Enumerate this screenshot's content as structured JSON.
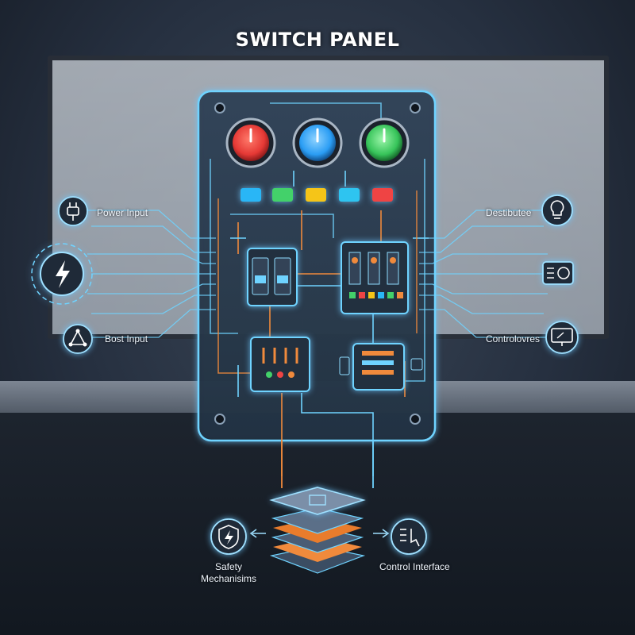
{
  "title": "SWITCH PANEL",
  "labels": {
    "power_input": "Power Input",
    "bost_input": "Bost Input",
    "destibutee": "Destibutee",
    "controlovres": "Controlovres",
    "safety_line1": "Safety",
    "safety_line2": "Mechanisims",
    "control_interface": "Control Interface"
  },
  "icons": {
    "left_top": "plug-icon",
    "left_middle": "lightning-gear-icon",
    "left_bottom": "network-triangle-icon",
    "right_top": "lightbulb-icon",
    "right_middle": "meter-icon",
    "right_bottom": "monitor-icon",
    "bottom_left": "shield-lightning-icon",
    "bottom_right": "touch-control-icon",
    "bottom_center": "layered-chip-icon"
  },
  "colors": {
    "circuit_glow": "#6fd3ff",
    "trace_orange": "#f08a3c",
    "knob_red": "#e53935",
    "knob_blue": "#2a9df4",
    "knob_green": "#37c45a",
    "indicator_blue": "#29b6f6",
    "indicator_green": "#43d16a",
    "indicator_yellow": "#f5c518",
    "indicator_cyan": "#2ec4f0",
    "indicator_red": "#ef4444"
  }
}
